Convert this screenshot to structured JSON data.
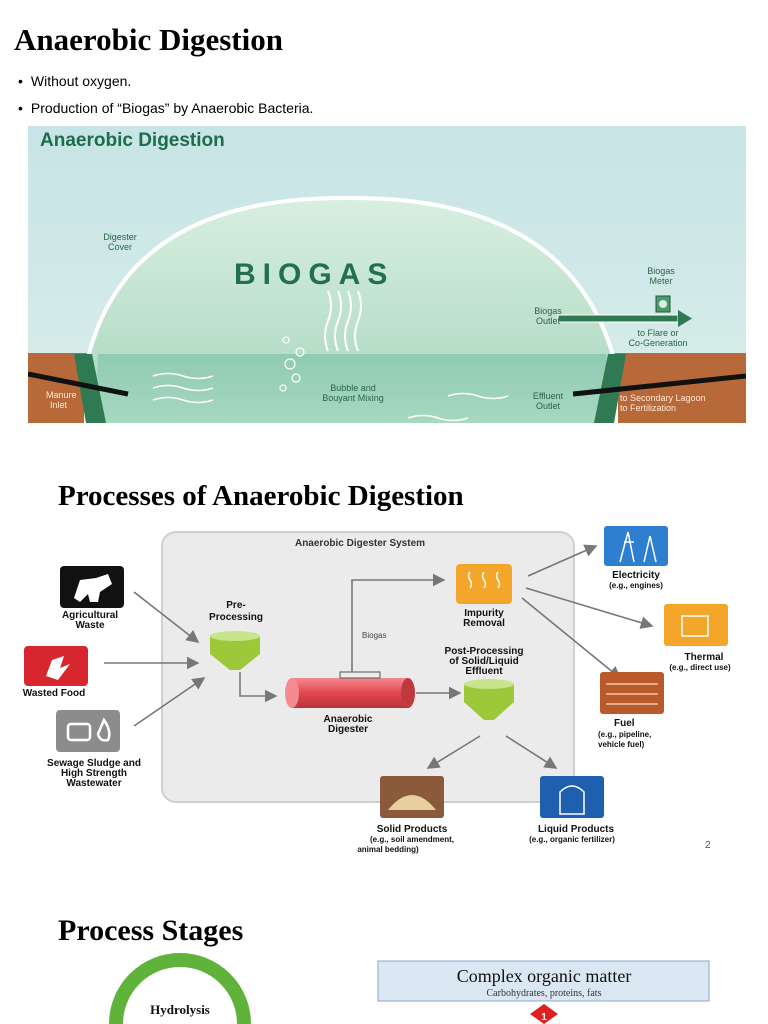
{
  "slide1": {
    "title": "Anaerobic Digestion",
    "bullets": [
      "Without oxygen.",
      "Production of “Biogas” by Anaerobic Bacteria."
    ],
    "figure": {
      "title": "Anaerobic Digestion",
      "biogas_label": "BIOGAS",
      "digester_cover": [
        "Digester",
        "Cover"
      ],
      "biogas_meter": [
        "Biogas",
        "Meter"
      ],
      "biogas_outlet": [
        "Biogas",
        "Outlet"
      ],
      "to_flare": [
        "to Flare or",
        "Co-Generation"
      ],
      "manure_inlet": [
        "Manure",
        "Inlet"
      ],
      "bubble_mixing": [
        "Bubble and",
        "Bouyant Mixing"
      ],
      "effluent_outlet": [
        "Effluent",
        "Outlet"
      ],
      "to_lagoon": [
        "to Secondary Lagoon",
        "to Fertilization"
      ]
    }
  },
  "slide2": {
    "title": "Processes of Anaerobic Digestion",
    "system_label": "Anaerobic Digester System",
    "agricultural_waste": [
      "Agricultural",
      "Waste"
    ],
    "wasted_food": "Wasted Food",
    "sewage": [
      "Sewage Sludge and",
      "High Strength",
      "Wastewater"
    ],
    "pre_processing": [
      "Pre-",
      "Processing"
    ],
    "biogas": "Biogas",
    "impurity_removal": [
      "Impurity",
      "Removal"
    ],
    "post_processing": [
      "Post-Processing",
      "of Solid/Liquid",
      "Effluent"
    ],
    "anaerobic_digester": [
      "Anaerobic",
      "Digester"
    ],
    "electricity": [
      "Electricity",
      "(e.g., engines)"
    ],
    "thermal": [
      "Thermal",
      "(e.g., direct use)"
    ],
    "fuel": [
      "Fuel",
      "(e.g., pipeline,",
      "vehicle fuel)"
    ],
    "solid_products": [
      "Solid Products",
      "(e.g., soil amendment,",
      "animal bedding)"
    ],
    "liquid_products": [
      "Liquid Products",
      "(e.g., organic fertilizer)"
    ],
    "page_number": "2"
  },
  "slide3": {
    "title": "Process Stages",
    "hydrolysis": "Hydrolysis",
    "complex_organic": "Complex organic matter",
    "complex_sub": "Carbohydrates, proteins, fats",
    "step_marker": "1"
  },
  "colors": {
    "sky": "#c9e6ea",
    "dome": "#b4dcc6",
    "soil": "#b8693a",
    "digester_green": "#2f7a52",
    "title_green": "#1d6d4a",
    "funnel_green": "#9bc93a",
    "digester_red": "#e6525a",
    "elec_blue": "#2f7fd0",
    "thermal_orange": "#f4a62a",
    "fuel_brown": "#b85a2a",
    "solid_brown": "#8a5a3a",
    "liquid_blue": "#1f5fb0"
  }
}
